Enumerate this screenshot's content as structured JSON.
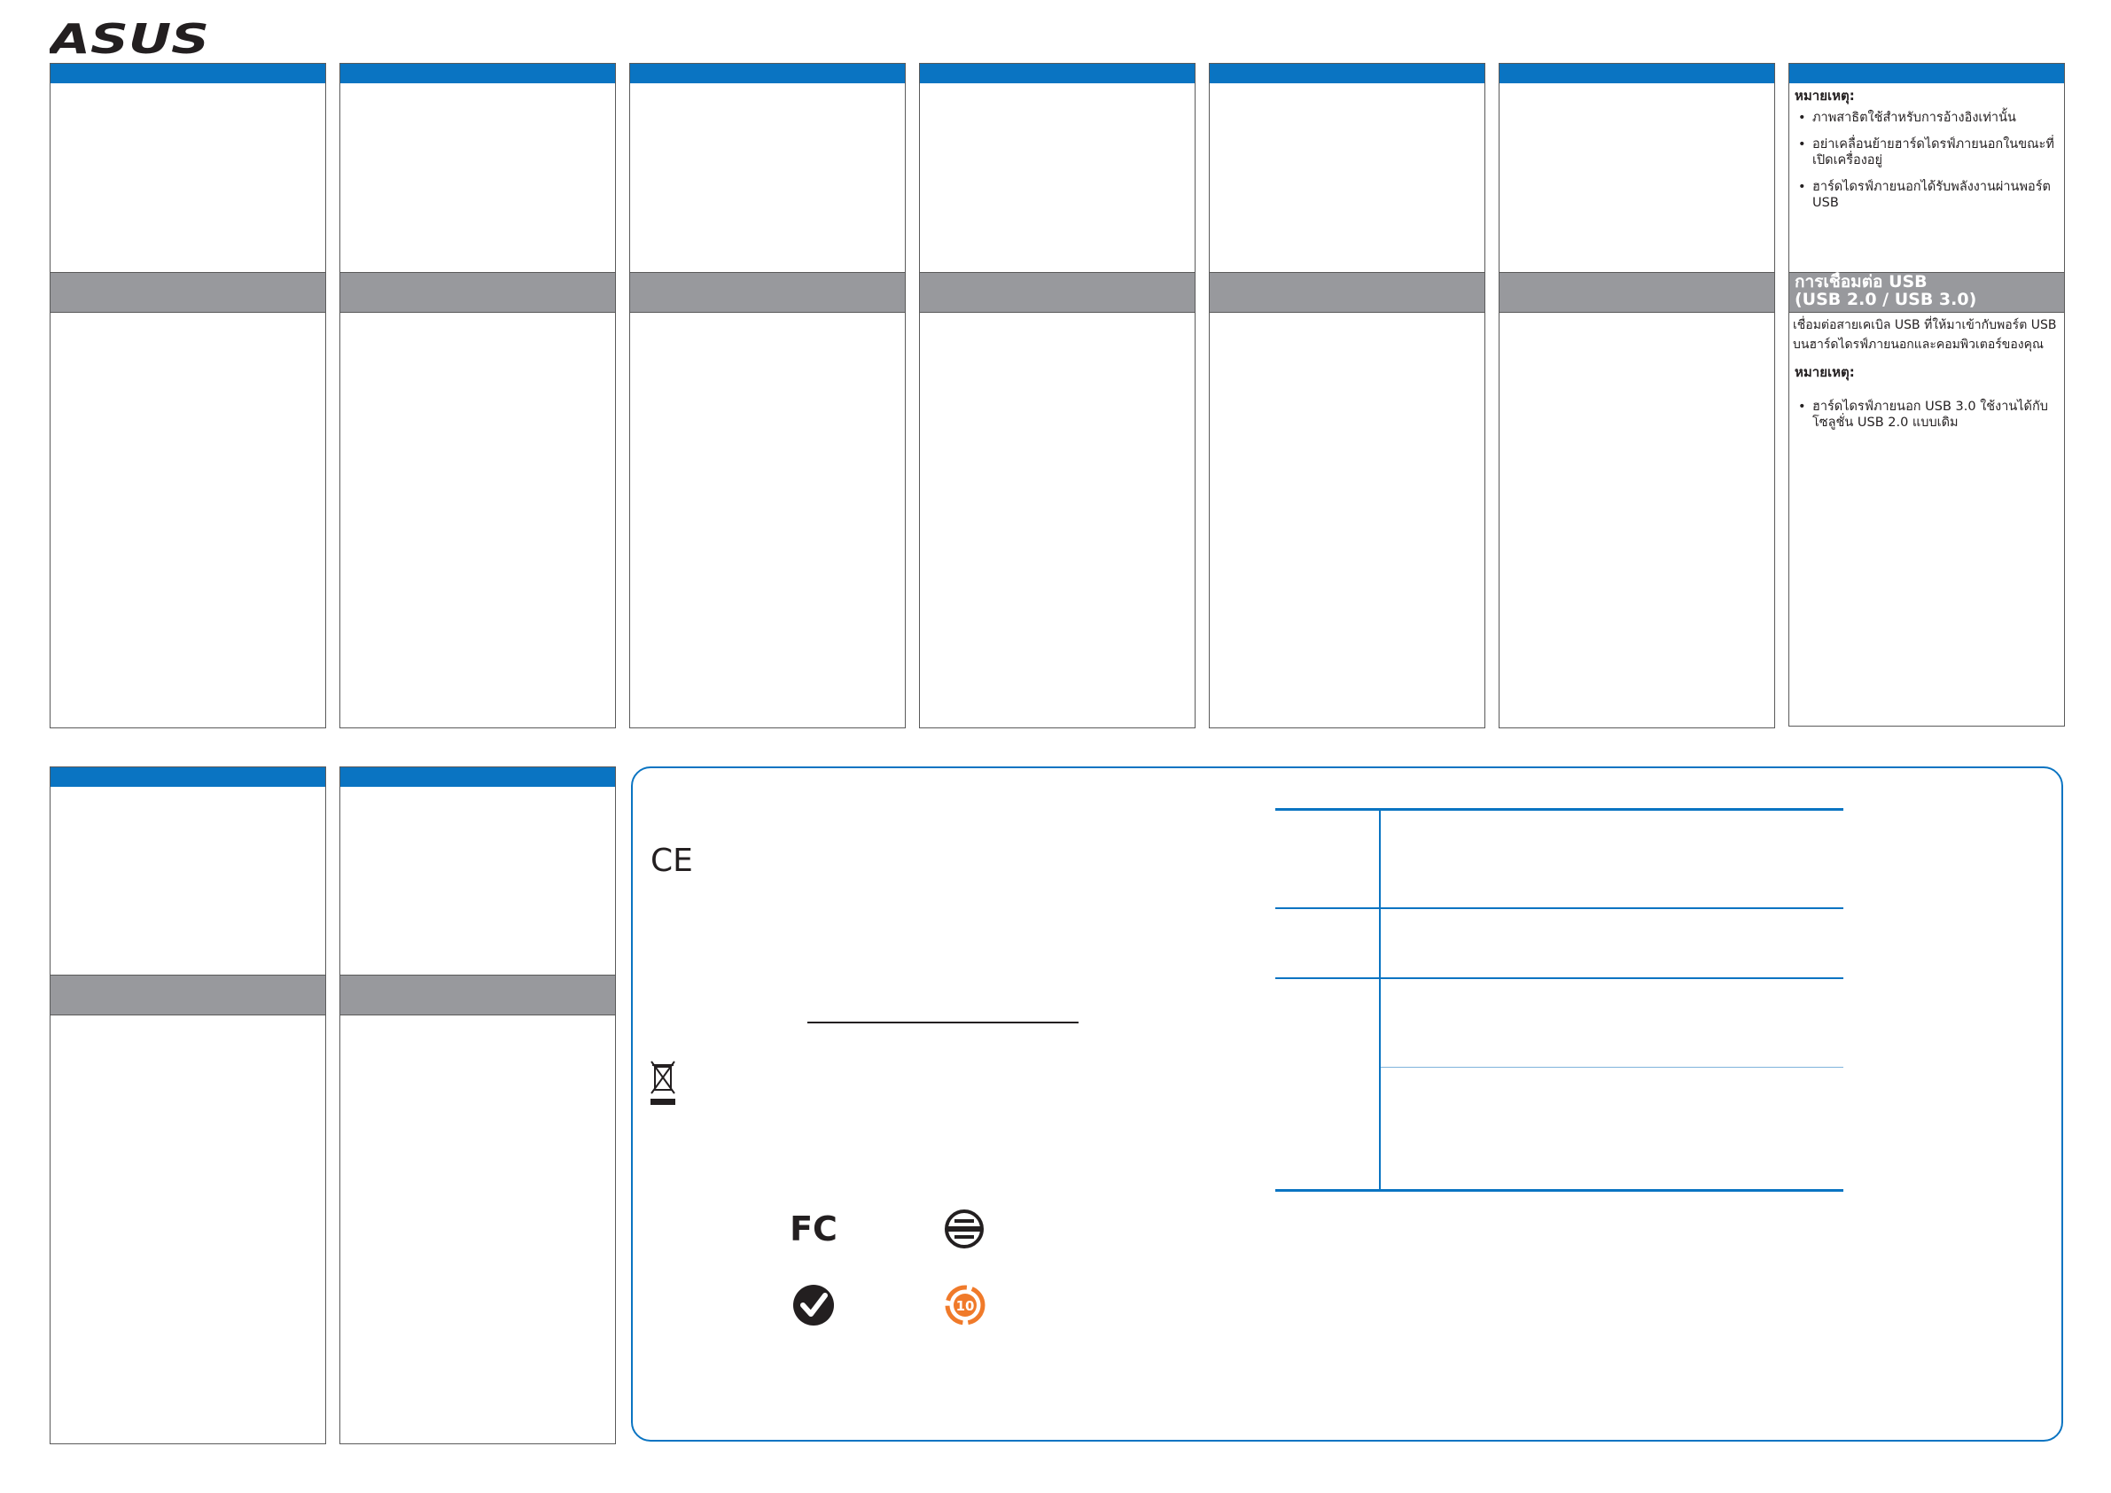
{
  "brand": {
    "logo_text": "ASUS"
  },
  "colors": {
    "accent": "#0a74c2",
    "section_gray": "#98999d",
    "logo": "#231f20",
    "weee_orange": "#f07a2a"
  },
  "thai_notes": {
    "heading": "หมายเหตุ:",
    "items": [
      "ภาพสาธิตใช้สำหรับการอ้างอิงเท่านั้น",
      "อย่าเคลื่อนย้ายฮาร์ดไดรฟ์ภายนอกในขณะที่เปิดเครื่องอยู่",
      "ฮาร์ดไดรฟ์ภายนอกได้รับพลังงานผ่านพอร์ต USB"
    ]
  },
  "thai_usb": {
    "title_line1": "การเชื่อมต่อ USB",
    "title_line2": "(USB 2.0 / USB 3.0)",
    "para_line1": "เชื่อมต่อสายเคเบิล USB ที่ให้มาเข้ากับพอร์ต USB",
    "para_line2": "บนฮาร์ดไดรฟ์ภายนอกและคอมพิวเตอร์ของคุณ",
    "note_heading": "หมายเหตุ:",
    "note_item": "ฮาร์ดไดรฟ์ภายนอก USB 3.0 ใช้งานได้กับโซลูชั่น USB 2.0 แบบเดิม"
  },
  "marks": {
    "ce": "CE",
    "fc": "FC",
    "rohs_years": "10"
  }
}
